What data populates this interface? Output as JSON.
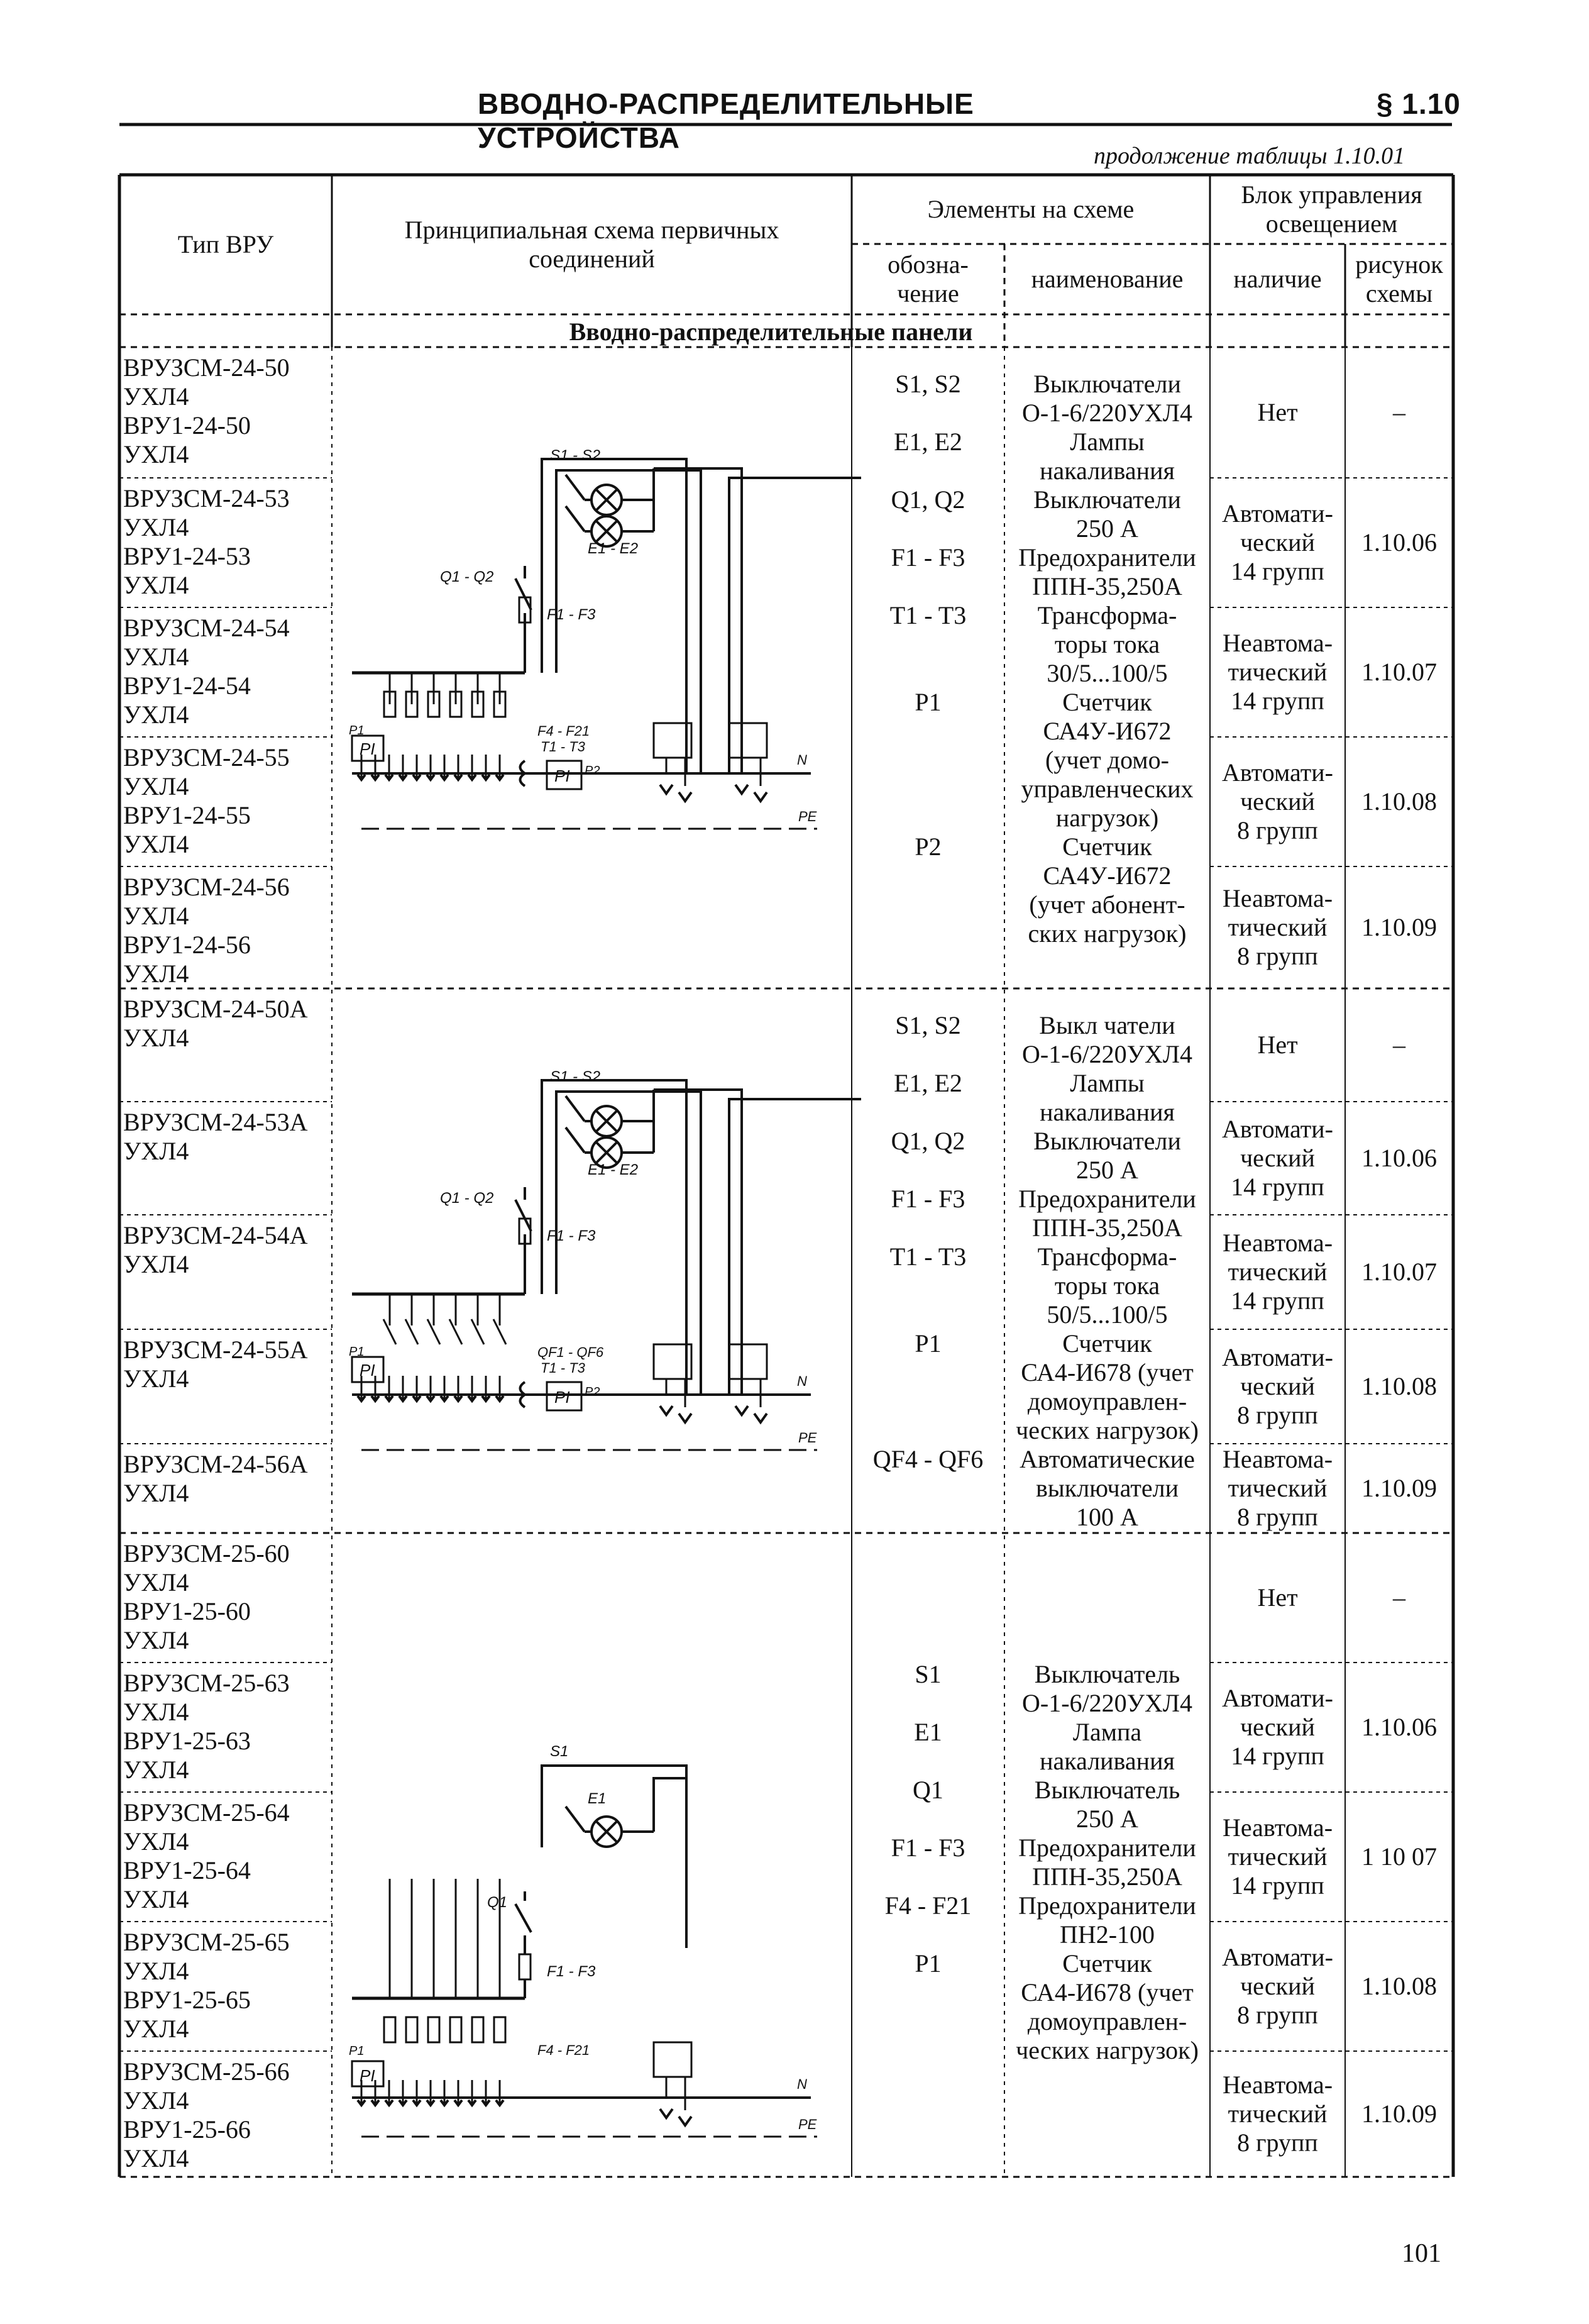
{
  "header": {
    "title": "ВВОДНО-РАСПРЕДЕЛИТЕЛЬНЫЕ УСТРОЙСТВА",
    "section": "§ 1.10",
    "continuation": "продолжение таблицы 1.10.01"
  },
  "table_head": {
    "type": "Тип ВРУ",
    "scheme": "Принципиальная схема первичных соединений",
    "elements": "Элементы на схеме",
    "designation": "обозна-\nчение",
    "name": "наименование",
    "lighting": "Блок управления освещением",
    "presence": "наличие",
    "figure": "рисунок\nсхемы"
  },
  "section_title": "Вводно-распределительные панели",
  "groups": [
    {
      "types": [
        "ВРУЗСМ-24-50\nУХЛ4\nВРУ1-24-50\nУХЛ4",
        "ВРУЗСМ-24-53\nУХЛ4\nВРУ1-24-53\nУХЛ4",
        "ВРУЗСМ-24-54\nУХЛ4\nВРУ1-24-54\nУХЛ4",
        "ВРУЗСМ-24-55\nУХЛ4\nВРУ1-24-55\nУХЛ4",
        "ВРУЗСМ-24-56\nУХЛ4\nВРУ1-24-56\nУХЛ4"
      ],
      "designations": "S1, S2\n\nE1, E2\n\nQ1, Q2\n\nF1 - F3\n\nT1 - T3\n\n\nP1\n\n\n\n\nP2",
      "names": "Выключатели\nО-1-6/220УХЛ4\nЛампы\nнакаливания\nВыключатели\n250 А\nПредохранители\nППН-35,250А\nТрансформа-\nторы тока\n30/5...100/5\nСчетчик\nСА4У-И672\n(учет домо-\nуправленческих\nнагрузок)\nСчетчик\nСА4У-И672\n(учет абонент-\nских нагрузок)",
      "lighting": [
        {
          "presence": "Нет",
          "figure": "–"
        },
        {
          "presence": "Автомати-\nческий\n14 групп",
          "figure": "1.10.06"
        },
        {
          "presence": "Неавтома-\nтический\n14 групп",
          "figure": "1.10.07"
        },
        {
          "presence": "Автомати-\nческий\n8 групп",
          "figure": "1.10.08"
        },
        {
          "presence": "Неавтома-\nтический\n8 групп",
          "figure": "1.10.09"
        }
      ],
      "scheme_labels": {
        "sw": "S1 - S2",
        "lamp": "E1 - E2",
        "breaker": "Q1 - Q2",
        "fuse": "F1 - F3",
        "fuses": "F4 - F21",
        "ct": "T1 - T3",
        "m1": "P1",
        "m2": "P2",
        "meter": "PI",
        "n": "N",
        "pe": "PE"
      }
    },
    {
      "types": [
        "ВРУЗСМ-24-50А\nУХЛ4",
        "ВРУЗСМ-24-53А\nУХЛ4",
        "ВРУЗСМ-24-54А\nУХЛ4",
        "ВРУЗСМ-24-55А\nУХЛ4",
        "ВРУЗСМ-24-56А\nУХЛ4"
      ],
      "designations": "S1, S2\n\nE1, E2\n\nQ1, Q2\n\nF1 - F3\n\nT1 - T3\n\n\nP1\n\n\n\nQF4 - QF6",
      "names": "Выкл чатели\nО-1-6/220УХЛ4\nЛампы\nнакаливания\nВыключатели\n250 А\nПредохранители\nППН-35,250А\nТрансформа-\nторы тока\n50/5...100/5\nСчетчик\nСА4-И678 (учет\nдомоуправлен-\nческих нагрузок)\nАвтоматические\nвыключатели\n100 А",
      "lighting": [
        {
          "presence": "Нет",
          "figure": "–"
        },
        {
          "presence": "Автомати-\nческий\n14 групп",
          "figure": "1.10.06"
        },
        {
          "presence": "Неавтома-\nтический\n14 групп",
          "figure": "1.10.07"
        },
        {
          "presence": "Автомати-\nческий\n8 групп",
          "figure": "1.10.08"
        },
        {
          "presence": "Неавтома-\nтический\n8 групп",
          "figure": "1.10.09"
        }
      ],
      "scheme_labels": {
        "sw": "S1 - S2",
        "lamp": "E1 - E2",
        "breaker": "Q1 - Q2",
        "fuse": "F1 - F3",
        "fuses": "QF1 - QF6",
        "ct": "T1 - T3",
        "m1": "P1",
        "m2": "P2",
        "meter": "PI",
        "n": "N",
        "pe": "PE"
      }
    },
    {
      "types": [
        "ВРУЗСМ-25-60\nУХЛ4\nВРУ1-25-60\nУХЛ4",
        "ВРУЗСМ-25-63\nУХЛ4\nВРУ1-25-63\nУХЛ4",
        "ВРУЗСМ-25-64\nУХЛ4\nВРУ1-25-64\nУХЛ4",
        "ВРУЗСМ-25-65\nУХЛ4\nВРУ1-25-65\nУХЛ4",
        "ВРУЗСМ-25-66\nУХЛ4\nВРУ1-25-66\nУХЛ4"
      ],
      "designations": "S1\n\nE1\n\nQ1\n\nF1 - F3\n\nF4 - F21\n\nP1",
      "names": "Выключатель\nО-1-6/220УХЛ4\nЛампа\nнакаливания\nВыключатель\n250 А\nПредохранители\nППН-35,250А\nПредохранители\nПН2-100\nСчетчик\nСА4-И678 (учет\nдомоуправлен-\nческих нагрузок)",
      "lighting": [
        {
          "presence": "Нет",
          "figure": "–"
        },
        {
          "presence": "Автомати-\nческий\n14 групп",
          "figure": "1.10.06"
        },
        {
          "presence": "Неавтома-\nтический\n14 групп",
          "figure": "1 10 07"
        },
        {
          "presence": "Автомати-\nческий\n8 групп",
          "figure": "1.10.08"
        },
        {
          "presence": "Неавтома-\nтический\n8 групп",
          "figure": "1.10.09"
        }
      ],
      "scheme_labels": {
        "sw": "S1",
        "lamp": "E1",
        "breaker": "Q1",
        "fuse": "F1 - F3",
        "fuses": "F4 - F21",
        "m1": "P1",
        "meter": "PI",
        "n": "N",
        "pe": "PE"
      }
    }
  ],
  "page_number": "101"
}
